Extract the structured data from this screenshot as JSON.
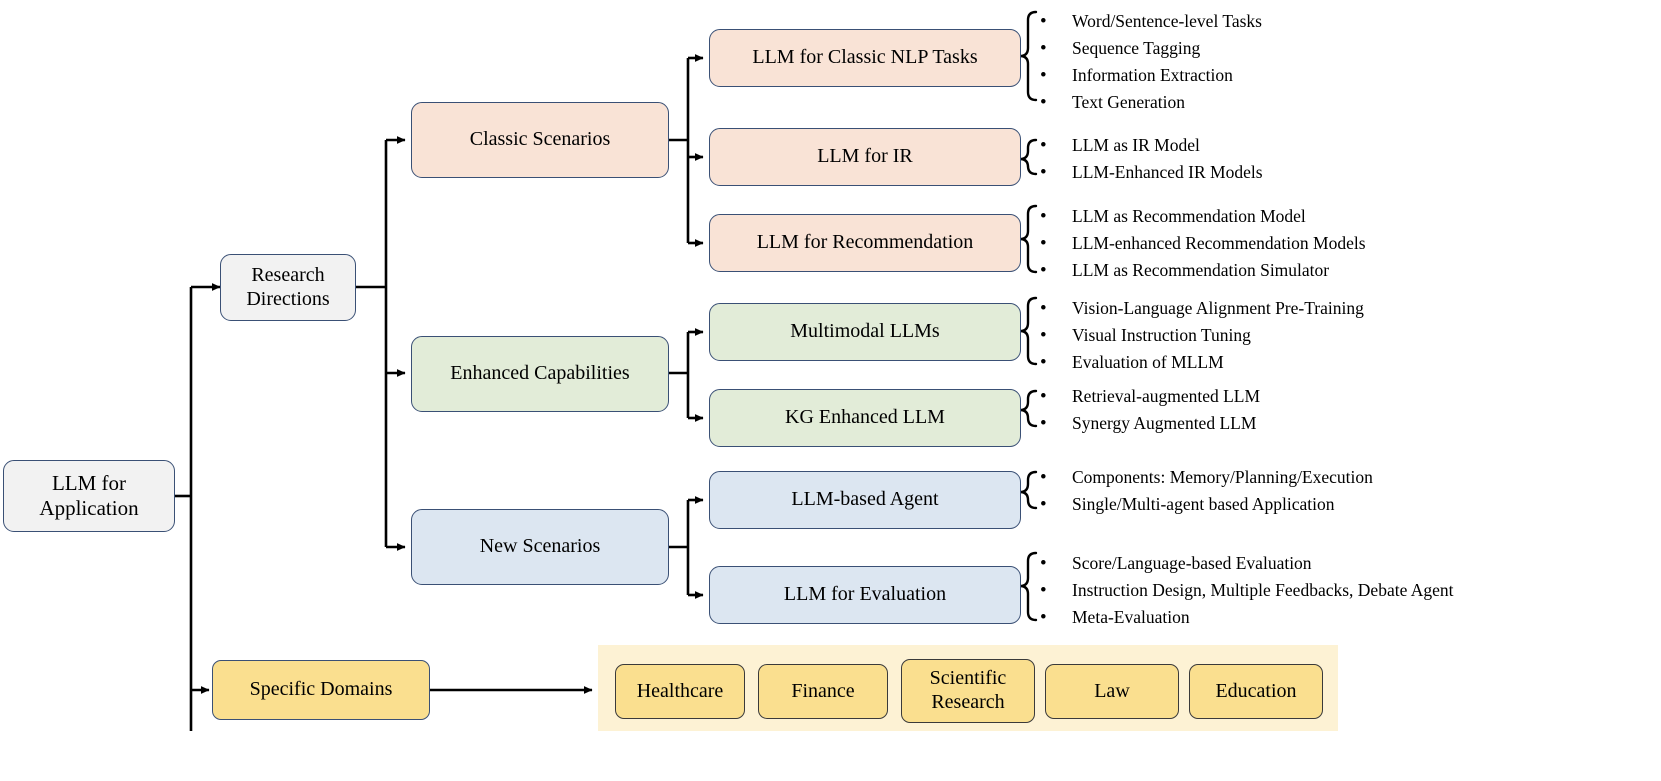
{
  "diagram": {
    "title": "LLM for Application",
    "root": {
      "label": "LLM for Application"
    },
    "branches": [
      {
        "id": "research-directions",
        "label": "Research Directions"
      },
      {
        "id": "specific-domains",
        "label": "Specific Domains"
      }
    ],
    "categories": [
      {
        "id": "classic-scenarios",
        "label": "Classic Scenarios",
        "color": "#f9e3d6"
      },
      {
        "id": "enhanced-capabilities",
        "label": "Enhanced Capabilities",
        "color": "#e2ecd8"
      },
      {
        "id": "new-scenarios",
        "label": "New Scenarios",
        "color": "#dce6f1"
      }
    ],
    "topics": [
      {
        "id": "llm-classic-nlp-tasks",
        "label": "LLM for Classic NLP Tasks",
        "color": "#f9e3d6",
        "bullets": [
          "Word/Sentence-level Tasks",
          "Sequence Tagging",
          "Information Extraction",
          "Text Generation"
        ]
      },
      {
        "id": "llm-for-ir",
        "label": "LLM for IR",
        "color": "#f9e3d6",
        "bullets": [
          "LLM as IR Model",
          "LLM-Enhanced IR Models"
        ]
      },
      {
        "id": "llm-for-recommendation",
        "label": "LLM for Recommendation",
        "color": "#f9e3d6",
        "bullets": [
          "LLM as Recommendation Model",
          "LLM-enhanced Recommendation Models",
          "LLM as Recommendation Simulator"
        ]
      },
      {
        "id": "multimodal-llms",
        "label": "Multimodal LLMs",
        "color": "#e2ecd8",
        "bullets": [
          "Vision-Language Alignment Pre-Training",
          "Visual Instruction Tuning",
          "Evaluation of MLLM"
        ]
      },
      {
        "id": "kg-enhanced-llm",
        "label": "KG Enhanced LLM",
        "color": "#e2ecd8",
        "bullets": [
          "Retrieval-augmented LLM",
          "Synergy Augmented LLM"
        ]
      },
      {
        "id": "llm-based-agent",
        "label": "LLM-based Agent",
        "color": "#dce6f1",
        "bullets": [
          "Components: Memory/Planning/Execution",
          "Single/Multi-agent based Application"
        ]
      },
      {
        "id": "llm-for-evaluation",
        "label": "LLM for Evaluation",
        "color": "#dce6f1",
        "bullets": [
          "Score/Language-based Evaluation",
          "Instruction Design, Multiple Feedbacks, Debate Agent",
          "Meta-Evaluation"
        ]
      }
    ],
    "domains": [
      {
        "id": "healthcare",
        "label": "Healthcare"
      },
      {
        "id": "finance",
        "label": "Finance"
      },
      {
        "id": "scientific-research",
        "label": "Scientific Research"
      },
      {
        "id": "law",
        "label": "Law"
      },
      {
        "id": "education",
        "label": "Education"
      }
    ],
    "bullet_glyph": "•",
    "colors": {
      "peach": "#f9e3d6",
      "green": "#e2ecd8",
      "blue": "#dce6f1",
      "yellow": "#fadf8f",
      "yellow_band": "#fdf2d4",
      "grey": "#f2f2f2",
      "border": "#3a5075",
      "line": "#000000"
    }
  }
}
